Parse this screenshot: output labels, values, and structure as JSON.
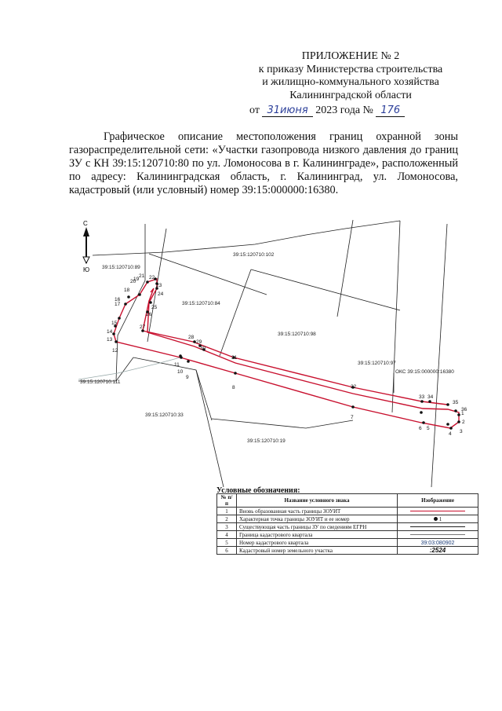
{
  "header": {
    "title": "ПРИЛОЖЕНИЕ № 2",
    "line1": "к приказу Министерства строительства",
    "line2": "и жилищно-коммунального хозяйства",
    "line3": "Калининградской области",
    "date_prefix": "от",
    "date_handwritten": "31июня",
    "date_suffix": "2023 года №",
    "number_handwritten": "176"
  },
  "description": "Графическое описание местоположения границ охранной зоны газораспределительной сети: «Участки газопровода низкого давления до границ ЗУ с КН 39:15:120710:80 по ул. Ломоносова в г. Калининграде», расположенный по адресу: Калининградская область, г. Калининград, ул. Ломоносова, кадастровый (или условный) номер 39:15:000000:16380.",
  "map": {
    "compass_north": "С",
    "compass_south": "Ю",
    "parcels": [
      "39:15:120710:89",
      "39:15:120710:102",
      "39:15:120710:84",
      "39:15:120710:98",
      "39:15:120710:97",
      "39:15:120710:111",
      "39:15:120710:33",
      "39:15:120710:19"
    ],
    "oks_label": "ОКС 39:15:000000:16380",
    "points": [
      "1",
      "2",
      "3",
      "4",
      "5",
      "6",
      "7",
      "8",
      "9",
      "10",
      "11",
      "12",
      "13",
      "14",
      "15",
      "16",
      "17",
      "18",
      "19",
      "20",
      "21",
      "22",
      "23",
      "24",
      "25",
      "26",
      "27",
      "28",
      "29",
      "30",
      "31",
      "32",
      "33",
      "34",
      "35",
      "36"
    ],
    "colors": {
      "zone": "#c8102e",
      "parcel": "#222222",
      "dot": "#111111"
    }
  },
  "legend": {
    "title": "Условные обозначения:",
    "col_num": "№ п/п",
    "col_name": "Название условного знака",
    "col_img": "Изображение",
    "rows": [
      {
        "n": "1",
        "name": "Вновь образованная часть границы ЗОУИТ",
        "img": ""
      },
      {
        "n": "2",
        "name": "Характерная точка границы ЗОУИТ и ее номер",
        "img": "1"
      },
      {
        "n": "3",
        "name": "Существующая часть границы ЗУ по сведениям ЕГРН",
        "img": ""
      },
      {
        "n": "4",
        "name": "Граница кадастрового квартала",
        "img": ""
      },
      {
        "n": "5",
        "name": "Номер кадастрового квартала",
        "img": "39:03:080902"
      },
      {
        "n": "6",
        "name": "Кадастровый номер земельного участка",
        "img": ":2524"
      }
    ]
  }
}
